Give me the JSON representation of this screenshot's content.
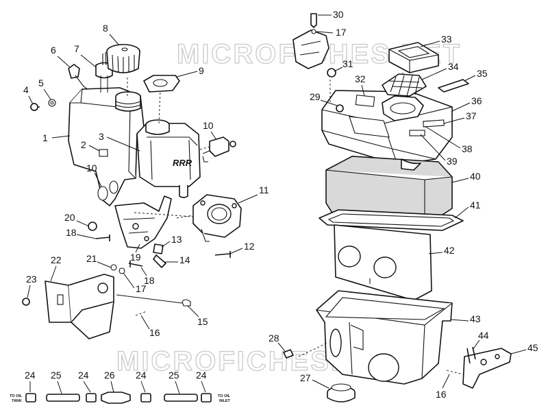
{
  "watermark": "MICROFICHES.NET",
  "decal_text": "RRR",
  "callouts": [
    "1",
    "2",
    "3",
    "4",
    "5",
    "6",
    "7",
    "8",
    "9",
    "10",
    "10",
    "11",
    "12",
    "13",
    "14",
    "15",
    "16",
    "16",
    "17",
    "17",
    "18",
    "18",
    "19",
    "20",
    "21",
    "22",
    "23",
    "24",
    "24",
    "24",
    "24",
    "25",
    "25",
    "26",
    "27",
    "28",
    "29",
    "30",
    "31",
    "32",
    "33",
    "34",
    "35",
    "36",
    "37",
    "38",
    "39",
    "40",
    "41",
    "42",
    "43",
    "44",
    "45"
  ],
  "notes": {
    "to_oil_tank_line1": "TO OIL",
    "to_oil_tank_line2": "TANK",
    "to_oil_inlet_line1": "TO OIL",
    "to_oil_inlet_line2": "INLET"
  }
}
